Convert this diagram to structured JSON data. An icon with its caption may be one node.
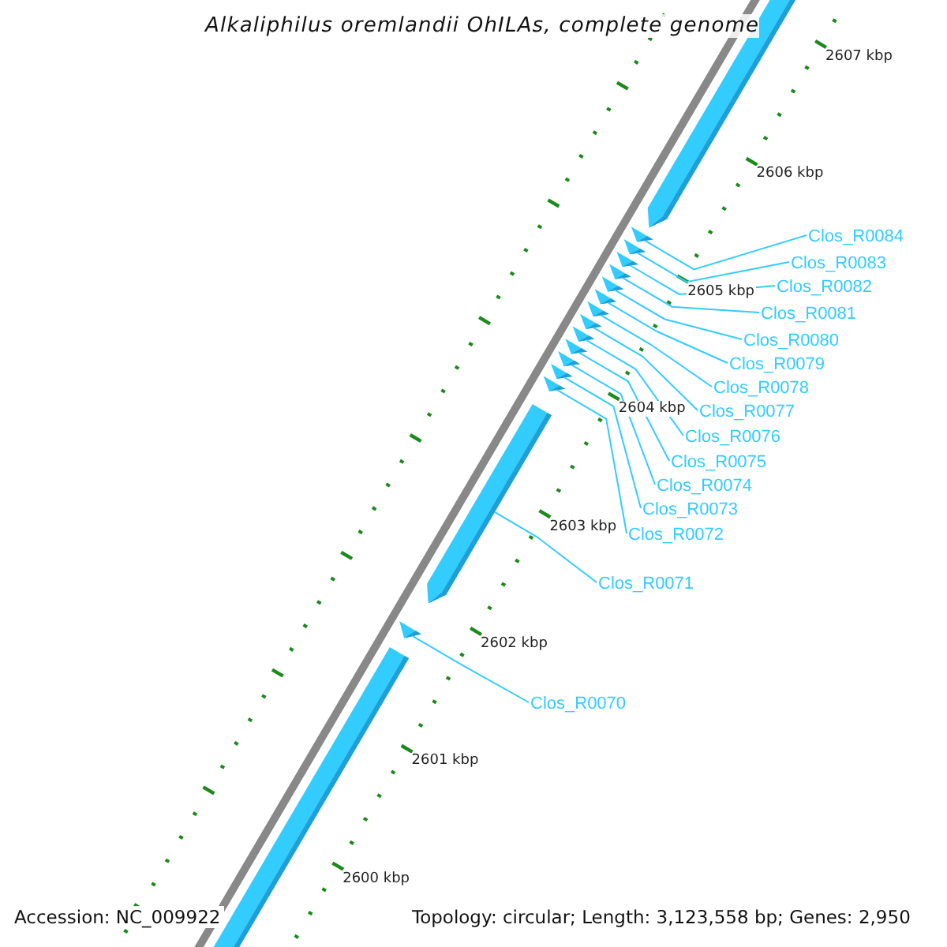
{
  "diagram": {
    "title": "Alkaliphilus oremlandii OhILAs, complete genome",
    "nodes": [
      {
        "text": [
          "Clos_R0084"
        ]
      },
      {
        "text": [
          "Clos_R0083"
        ]
      },
      {
        "text": [
          "Clos_R0082"
        ]
      },
      {
        "text": [
          "Clos_R0081"
        ]
      },
      {
        "text": [
          "Clos_R0080"
        ]
      },
      {
        "text": [
          "Clos_R0079"
        ]
      },
      {
        "text": [
          "Clos_R0078"
        ]
      },
      {
        "text": [
          "Clos_R0077"
        ]
      },
      {
        "text": [
          "Clos_R0076"
        ]
      },
      {
        "text": [
          "Clos_R0075"
        ]
      },
      {
        "text": [
          "Clos_R0074"
        ]
      },
      {
        "text": [
          "Clos_R0073"
        ]
      },
      {
        "text": [
          "Clos_R0072"
        ]
      },
      {
        "text": [
          "Clos_R0071"
        ]
      },
      {
        "text": [
          "Clos_R0070"
        ]
      },
      {
        "text": [],
        "shape": "triangle"
      },
      {
        "text": [],
        "shape": "triangle"
      },
      {
        "text": [],
        "shape": "triangle"
      },
      {
        "text": [],
        "shape": "triangle"
      },
      {
        "text": [],
        "shape": "triangle"
      },
      {
        "text": [],
        "shape": "triangle"
      },
      {
        "text": [],
        "shape": "triangle"
      },
      {
        "text": [],
        "shape": "triangle"
      },
      {
        "text": [],
        "shape": "triangle"
      },
      {
        "text": [],
        "shape": "triangle"
      },
      {
        "text": [],
        "shape": "triangle"
      },
      {
        "text": [],
        "shape": "triangle"
      },
      {
        "text": [],
        "shape": "triangle"
      },
      {
        "text": [],
        "shape": "bar"
      },
      {
        "text": [],
        "shape": "triangle"
      }
    ],
    "edges": [
      {
        "from": 0,
        "to": 15,
        "arrow": "none"
      },
      {
        "from": 1,
        "to": 16,
        "arrow": "none"
      },
      {
        "from": 2,
        "to": 17,
        "arrow": "none"
      },
      {
        "from": 3,
        "to": 18,
        "arrow": "none"
      },
      {
        "from": 4,
        "to": 19,
        "arrow": "none"
      },
      {
        "from": 5,
        "to": 20,
        "arrow": "none"
      },
      {
        "from": 6,
        "to": 21,
        "arrow": "none"
      },
      {
        "from": 7,
        "to": 22,
        "arrow": "none"
      },
      {
        "from": 8,
        "to": 23,
        "arrow": "none"
      },
      {
        "from": 9,
        "to": 24,
        "arrow": "none"
      },
      {
        "from": 10,
        "to": 25,
        "arrow": "none"
      },
      {
        "from": 11,
        "to": 26,
        "arrow": "none"
      },
      {
        "from": 12,
        "to": 27,
        "arrow": "none"
      },
      {
        "from": 13,
        "to": 28,
        "arrow": "none"
      },
      {
        "from": 14,
        "to": 29,
        "arrow": "none"
      }
    ],
    "labels": [
      "2607 kbp",
      "2606 kbp",
      "2605 kbp",
      "2604 kbp",
      "2603 kbp",
      "2602 kbp",
      "2601 kbp",
      "2600 kbp",
      "Accession: NC_009922",
      "Topology: circular; Length: 3,123,558 bp; Genes: 2,950"
    ]
  }
}
